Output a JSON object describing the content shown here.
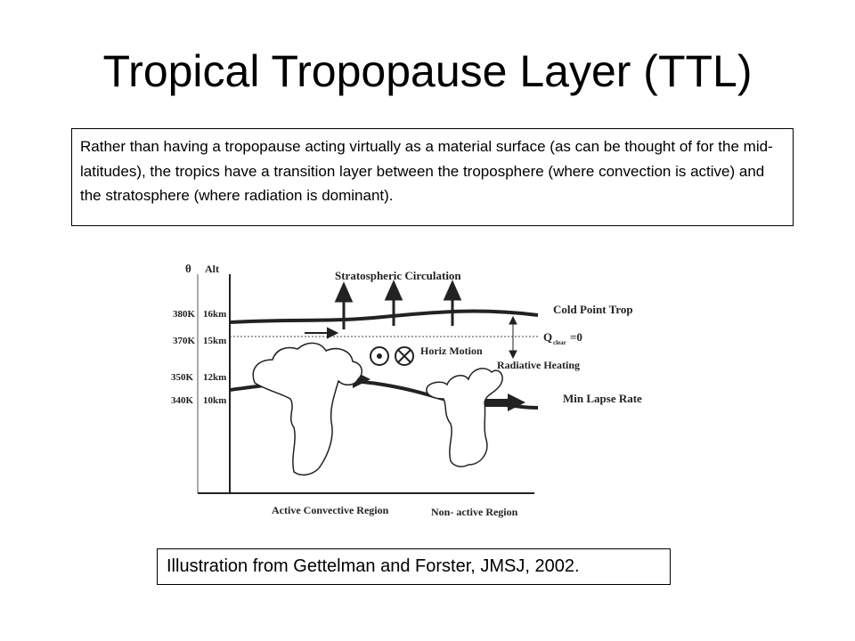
{
  "slide": {
    "title": "Tropical Tropopause Layer (TTL)",
    "description": "Rather than having a tropopause acting virtually as a material surface (as can be thought of for the mid-latitudes), the tropics have a transition layer between the troposphere (where convection is active) and the stratosphere (where radiation is dominant).",
    "credit": "Illustration from Gettelman and Forster, JMSJ, 2002."
  },
  "diagram": {
    "axis_theta": "θ",
    "axis_alt": "Alt",
    "levels": [
      {
        "theta": "380K",
        "alt": "16km"
      },
      {
        "theta": "370K",
        "alt": "15km"
      },
      {
        "theta": "350K",
        "alt": "12km"
      },
      {
        "theta": "340K",
        "alt": "10km"
      }
    ],
    "stratospheric_circulation": "Stratospheric Circulation",
    "cold_point_trop": "Cold Point Trop",
    "q_clear_q": "Q",
    "q_clear_sub": "clear",
    "q_clear_val": "=0",
    "horiz_motion": "Horiz Motion",
    "radiative_heating": "Radiative Heating",
    "min_lapse_rate": "Min Lapse Rate",
    "active_region": "Active Convective Region",
    "nonactive_region": "Non- active Region"
  }
}
